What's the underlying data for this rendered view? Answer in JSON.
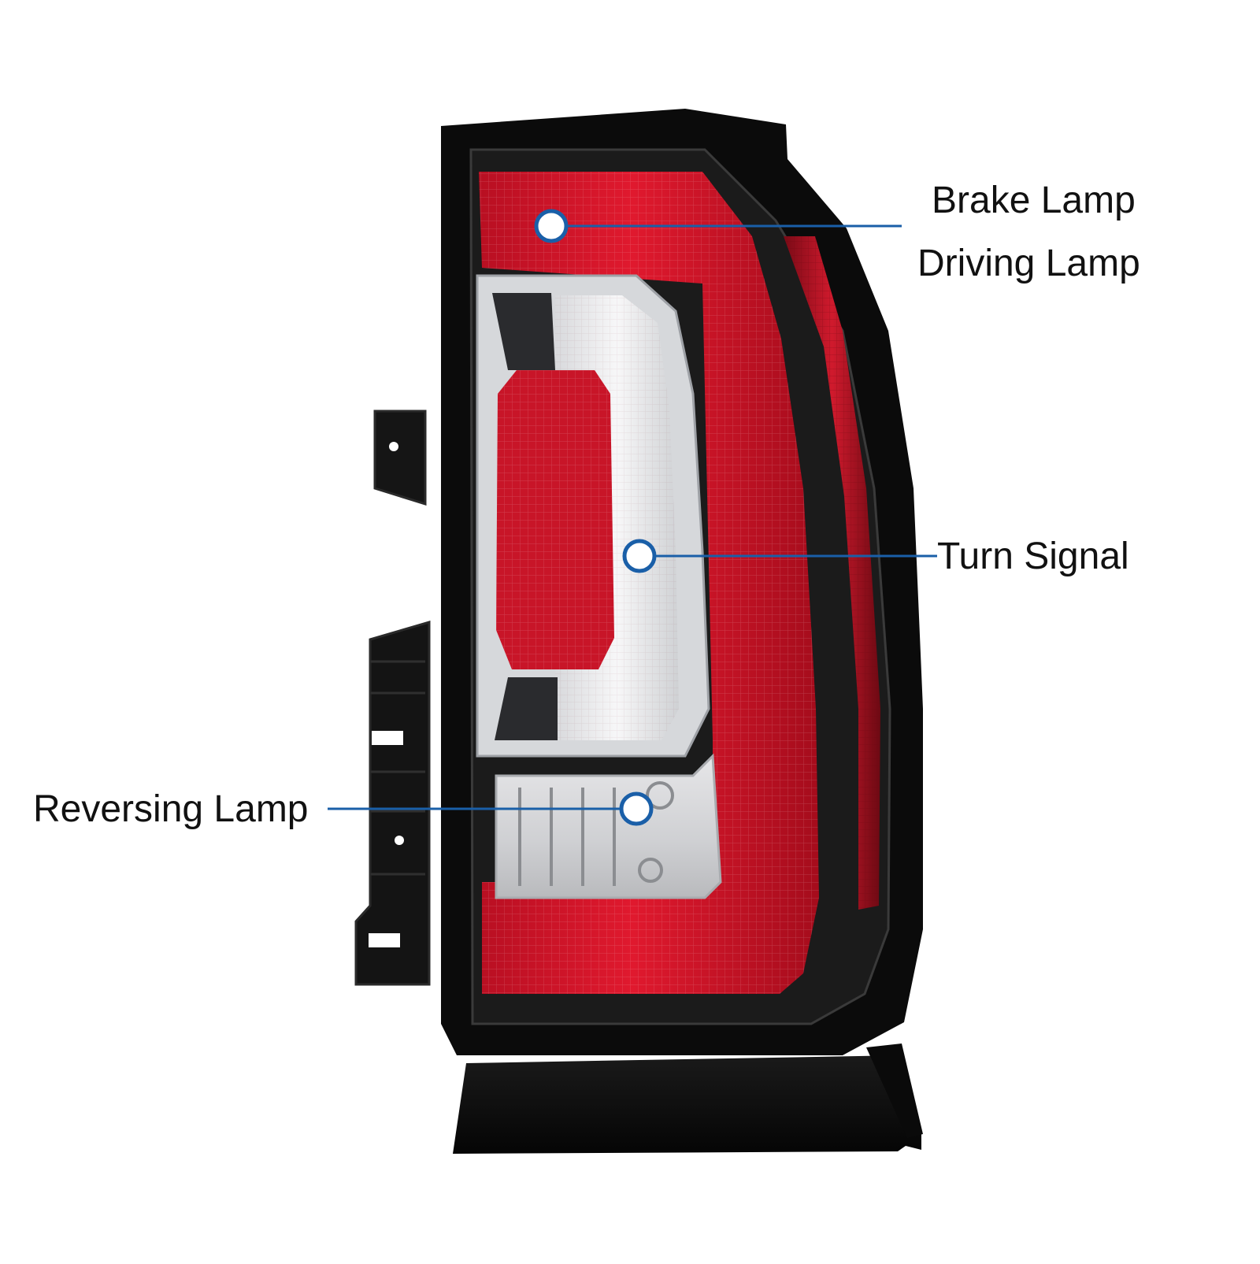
{
  "labels": {
    "brake_lamp": "Brake Lamp",
    "driving_lamp": "Driving Lamp",
    "turn_signal": "Turn Signal",
    "reversing_lamp": "Reversing Lamp"
  },
  "colors": {
    "callout_line": "#1a5fa8",
    "housing_black": "#0d0d0d",
    "lens_red": "#d3162b",
    "lens_red_dark": "#8e0c1a",
    "lens_clear": "#e9eaec",
    "chrome": "#c9cbce"
  }
}
